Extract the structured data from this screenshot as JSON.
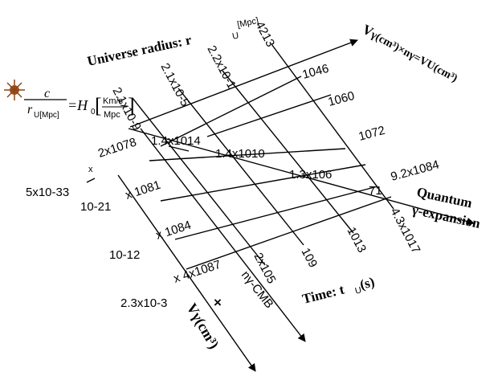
{
  "formula": {
    "numerator": "c",
    "denominator": "r",
    "denominator_sub": "U[Mpc]",
    "equals_h0": "=H",
    "h0_sub": "0",
    "unit_top": "Km/s",
    "unit_bottom": "Mpc"
  },
  "labels": {
    "universe_radius": "Universe radius: r",
    "universe_radius_sub": "U",
    "universe_radius_unit": "[Mpc]",
    "time": "Time: t",
    "time_sub": "U",
    "time_unit": "(s)",
    "quantum": "Quantum",
    "gamma_expansion": "γ-expansion",
    "volume_relation": "V",
    "volume_relation_rest": "γ(cm³)×nγ=VU(cm³)",
    "n_gamma_cmb": "nγ-CMB",
    "v_gamma_cm3": "Vγ(cm³)",
    "times_sign": "×"
  },
  "radius_ticks": [
    "2.1x10-9",
    "2.1x10-5",
    "2.2x10-1",
    "4213"
  ],
  "time_ticks": [
    "2x105",
    "109",
    "1013",
    "4.3x1017"
  ],
  "ratio_values": [
    "1.4x1014",
    "1.4x1010",
    "1.3x106",
    "71"
  ],
  "volume_values": [
    "1046",
    "1060",
    "1072",
    "9.2x1084"
  ],
  "photon_numbers": [
    "2x1078",
    "x 1081",
    "x 1084",
    "x 4x1087"
  ],
  "photon_volumes": [
    "5x10-33",
    "10-21",
    "10-12",
    "2.3x10-3"
  ],
  "small_x": "x"
}
